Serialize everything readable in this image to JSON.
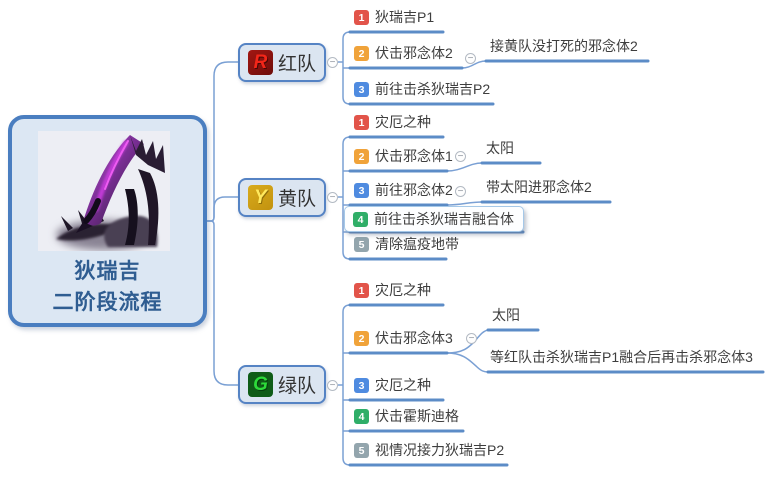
{
  "ui": {
    "collapse_glyph": "−"
  },
  "colors": {
    "root_fill": "#dce7f3",
    "root_border": "#4a7ec0",
    "root_text": "#2f5d91",
    "node_fill": "#dbe5f1",
    "node_border": "#5583c4",
    "branch_line": "#5c8cc7",
    "thin_line": "#7aa0d4",
    "priority_1": "#e2544a",
    "priority_2": "#f0a33a",
    "priority_3": "#4f8be0",
    "priority_4": "#2fae68",
    "priority_5": "#93a5ad"
  },
  "root": {
    "title_line1": "狄瑞吉",
    "title_line2": "二阶段流程"
  },
  "branches": [
    {
      "id": "red",
      "label": "红队",
      "icon": "R",
      "topics": [
        {
          "priority": "1",
          "label": "狄瑞吉P1"
        },
        {
          "priority": "2",
          "label": "伏击邪念体2",
          "children": [
            {
              "label": "接黄队没打死的邪念体2"
            }
          ]
        },
        {
          "priority": "3",
          "label": "前往击杀狄瑞吉P2"
        }
      ]
    },
    {
      "id": "yellow",
      "label": "黄队",
      "icon": "Y",
      "topics": [
        {
          "priority": "1",
          "label": "灾厄之种"
        },
        {
          "priority": "2",
          "label": "伏击邪念体1",
          "children": [
            {
              "label": "太阳"
            }
          ]
        },
        {
          "priority": "3",
          "label": "前往邪念体2",
          "children": [
            {
              "label": "带太阳进邪念体2"
            }
          ]
        },
        {
          "priority": "4",
          "label": "前往击杀狄瑞吉融合体",
          "selected": true
        },
        {
          "priority": "5",
          "label": "清除瘟疫地带"
        }
      ]
    },
    {
      "id": "green",
      "label": "绿队",
      "icon": "G",
      "topics": [
        {
          "priority": "1",
          "label": "灾厄之种"
        },
        {
          "priority": "2",
          "label": "伏击邪念体3",
          "children": [
            {
              "label": "太阳"
            },
            {
              "label": "等红队击杀狄瑞吉P1融合后再击杀邪念体3"
            }
          ]
        },
        {
          "priority": "3",
          "label": "灾厄之种"
        },
        {
          "priority": "4",
          "label": "伏击霍斯迪格"
        },
        {
          "priority": "5",
          "label": "视情况接力狄瑞吉P2"
        }
      ]
    }
  ]
}
